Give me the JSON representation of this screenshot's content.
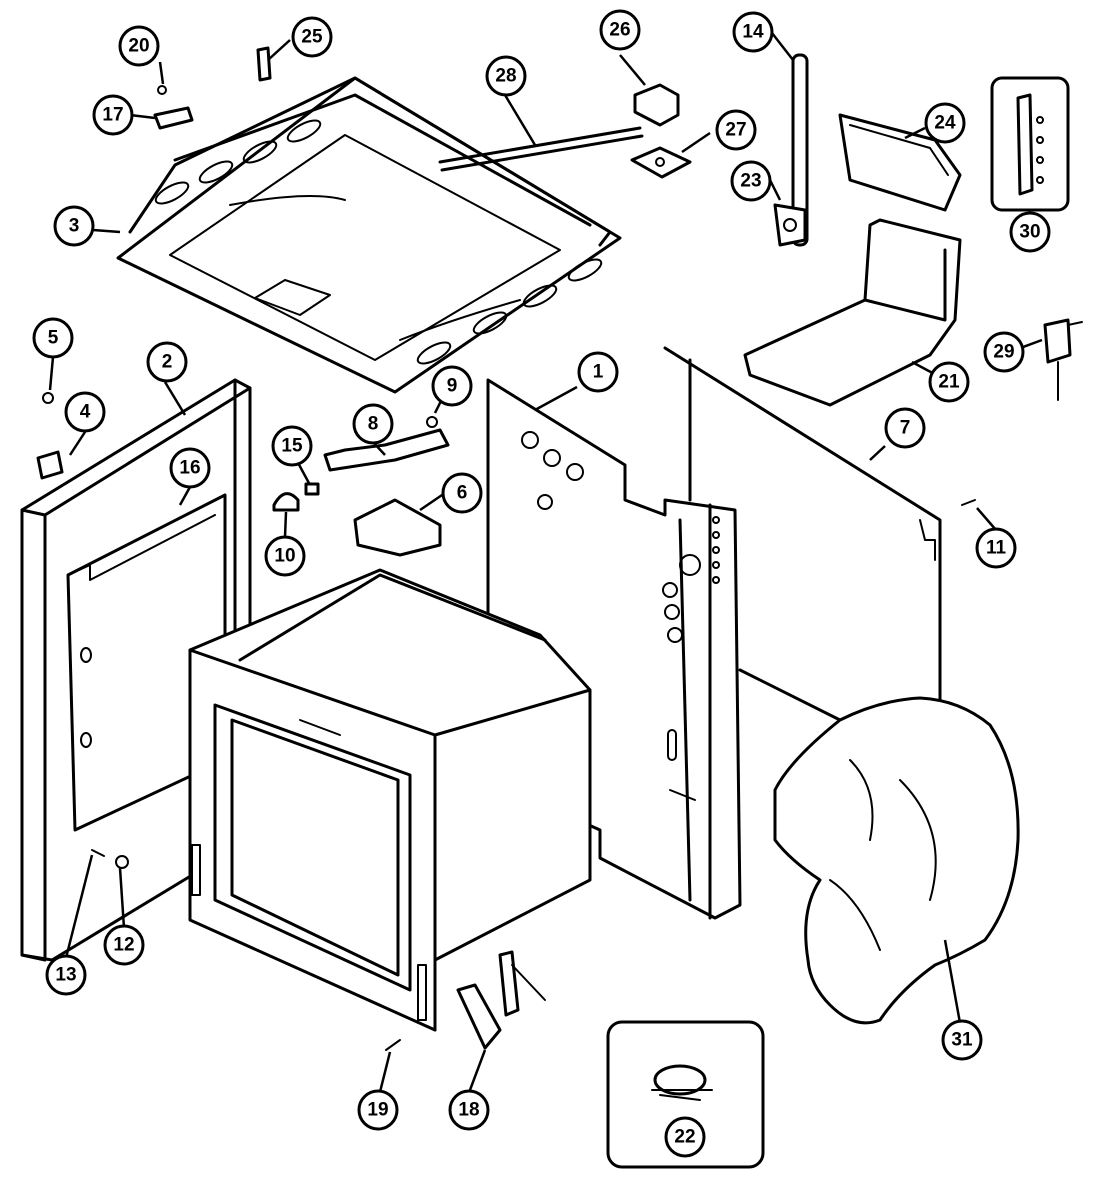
{
  "diagram": {
    "callouts": [
      {
        "id": "c1",
        "label": "1"
      },
      {
        "id": "c2",
        "label": "2"
      },
      {
        "id": "c3",
        "label": "3"
      },
      {
        "id": "c4",
        "label": "4"
      },
      {
        "id": "c5",
        "label": "5"
      },
      {
        "id": "c6",
        "label": "6"
      },
      {
        "id": "c7",
        "label": "7"
      },
      {
        "id": "c8",
        "label": "8"
      },
      {
        "id": "c9",
        "label": "9"
      },
      {
        "id": "c10",
        "label": "10"
      },
      {
        "id": "c11",
        "label": "11"
      },
      {
        "id": "c12",
        "label": "12"
      },
      {
        "id": "c13",
        "label": "13"
      },
      {
        "id": "c14",
        "label": "14"
      },
      {
        "id": "c15",
        "label": "15"
      },
      {
        "id": "c16",
        "label": "16"
      },
      {
        "id": "c17",
        "label": "17"
      },
      {
        "id": "c18",
        "label": "18"
      },
      {
        "id": "c19",
        "label": "19"
      },
      {
        "id": "c20",
        "label": "20"
      },
      {
        "id": "c21",
        "label": "21"
      },
      {
        "id": "c22",
        "label": "22"
      },
      {
        "id": "c23",
        "label": "23"
      },
      {
        "id": "c24",
        "label": "24"
      },
      {
        "id": "c25",
        "label": "25"
      },
      {
        "id": "c26",
        "label": "26"
      },
      {
        "id": "c27",
        "label": "27"
      },
      {
        "id": "c28",
        "label": "28"
      },
      {
        "id": "c29",
        "label": "29"
      },
      {
        "id": "c30",
        "label": "30"
      },
      {
        "id": "c31",
        "label": "31"
      }
    ]
  }
}
